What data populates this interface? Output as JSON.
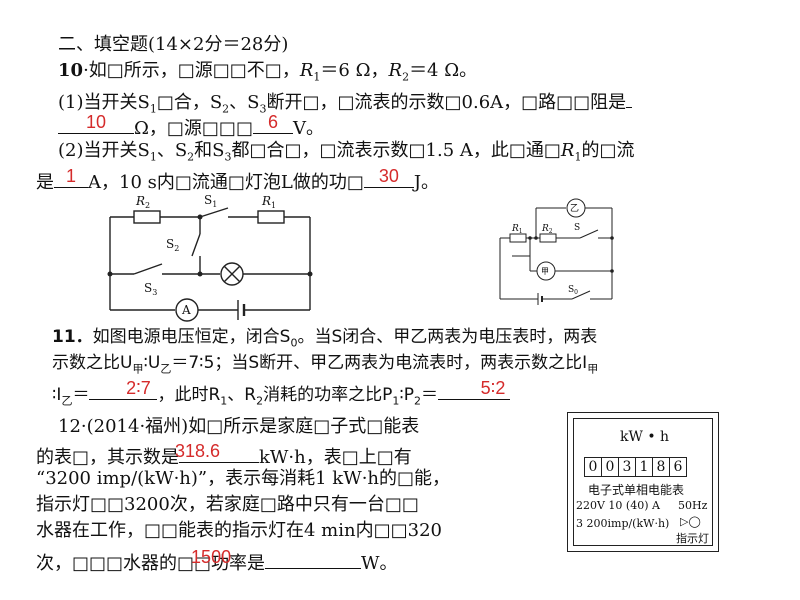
{
  "section_title": "二、填空题(14×2分＝28分)",
  "q10": {
    "number": "10",
    "intro_a": "·如□所示，□源□□不□，",
    "r1_val": "＝6 Ω，",
    "r2_val": "＝4 Ω。",
    "p1_a": "(1)当开关S",
    "p1_b": "□合，S",
    "p1_c": "、S",
    "p1_d": "断开□，□流表的示数□0.6A，□路□□阻是",
    "p1_e": "Ω，□源□□□",
    "p1_f": "V。",
    "ans_resistance": "10",
    "ans_voltage": "6",
    "p2_a": "(2)当开关S",
    "p2_b": "、S",
    "p2_c": "和S",
    "p2_d": "都□合□，□流表示数□1.5 A，此□通□",
    "p2_e": "的□流",
    "p2_f": "是",
    "p2_g": "A，10 s内□流通□灯泡L做的功□",
    "p2_h": "J。",
    "ans_current": "1",
    "ans_work": "30"
  },
  "q11": {
    "number": "11．",
    "l1": "如图电源电压恒定，闭合S",
    "l1b": "。当S闭合、甲乙两表为电压表时，两表",
    "l2a": "示数之比U",
    "l2b": "∶U",
    "l2c": "＝7∶5；当S断开、甲乙两表为电流表时，两表示数之比I",
    "l3a": "∶I",
    "l3b": "＝",
    "l3c": "，此时R",
    "l3d": "、R",
    "l3e": "消耗的功率之比P",
    "l3f": "∶P",
    "l3g": "＝",
    "sub_jia": "甲",
    "sub_yi": "乙",
    "ans_ratio_i": "2∶7",
    "ans_ratio_p": "5∶2"
  },
  "q12": {
    "l1": "12·(2014·福州)如□所示是家庭□子式□能表",
    "l2a": "的表□，其示数是",
    "l2b": "kW·h，表□上□有",
    "l3": "“3200 imp/(kW·h)”，表示每消耗1 kW·h的□能，",
    "l4": "指示灯□□3200次，若家庭□路中只有一台□□",
    "l5": "水器在工作，□□能表的指示灯在4 min内□□320",
    "l6a": "次，□□□水器的□□功率是",
    "l6b": "W。",
    "ans_reading": "318.6",
    "ans_power": "1500"
  },
  "meter": {
    "unit": "kW • h",
    "digits": [
      "0",
      "0",
      "3",
      "1",
      "8",
      "6"
    ],
    "name": "电子式单相电能表",
    "rating": "220V 10 (40) A",
    "freq": "50Hz",
    "imp": "3 200imp/(kW·h)",
    "indicator": "指示灯"
  },
  "circuit1": {
    "R2": "R",
    "R2s": "2",
    "S1": "S",
    "S1s": "1",
    "R1": "R",
    "R1s": "1",
    "S2": "S",
    "S2s": "2",
    "S3": "S",
    "S3s": "3",
    "A": "A"
  },
  "circuit2": {
    "R1": "R",
    "R1s": "1",
    "R2": "R",
    "R2s": "2",
    "S": "S",
    "S0": "S",
    "S0s": "0",
    "jia": "甲",
    "yi": "乙"
  }
}
